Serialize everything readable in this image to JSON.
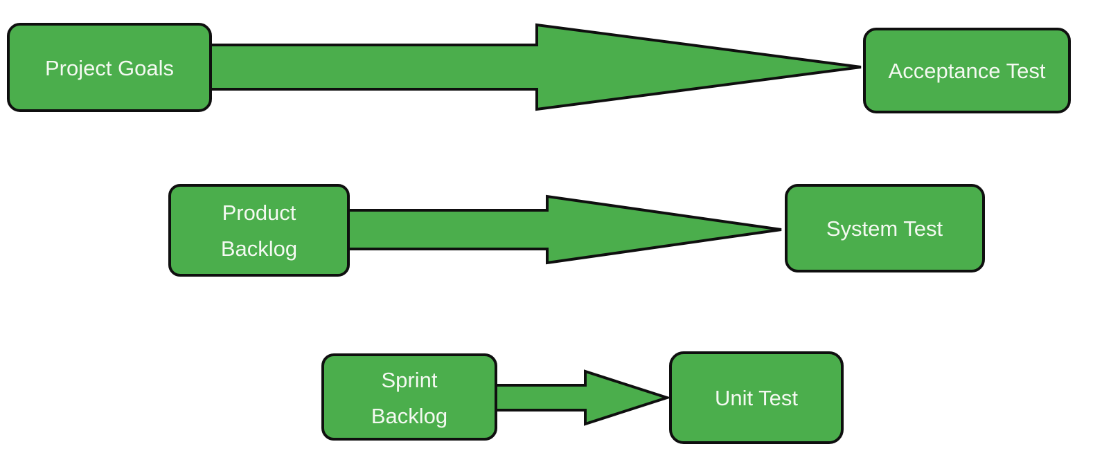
{
  "diagram": {
    "description": "Scrum testing flow diagram with three green rows, each connecting a planning artifact to a test level via a right-pointing block arrow",
    "colors": {
      "node_fill": "#4bae4c",
      "outline": "#0f0f0f",
      "label_text": "#f4f9f1",
      "background": "#ffffff"
    },
    "rows": [
      {
        "source": {
          "label": "Project Goals",
          "lines": [
            "Project Goals"
          ]
        },
        "connector": "block-arrow-right",
        "target": {
          "label": "Acceptance Test"
        }
      },
      {
        "source": {
          "label": "Product Backlog",
          "lines": [
            "Product",
            "Backlog"
          ]
        },
        "connector": "block-arrow-right",
        "target": {
          "label": "System Test"
        }
      },
      {
        "source": {
          "label": "Sprint Backlog",
          "lines": [
            "Sprint",
            "Backlog"
          ]
        },
        "connector": "block-arrow-right",
        "target": {
          "label": "Unit Test"
        }
      }
    ]
  }
}
